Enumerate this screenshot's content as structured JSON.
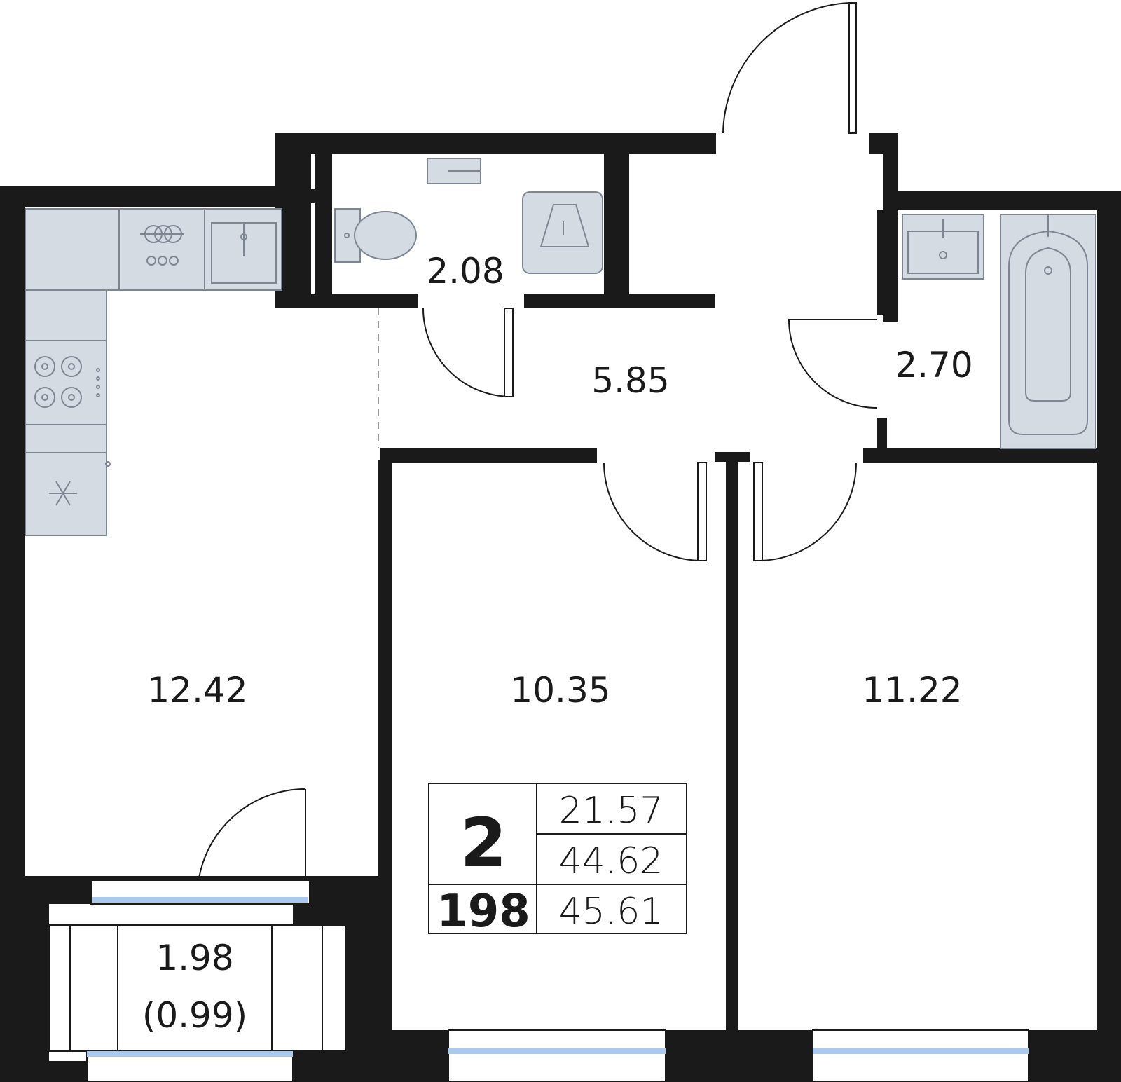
{
  "rooms": {
    "kitchen": "12.42",
    "wc": "2.08",
    "hall": "5.85",
    "bathroom": "2.70",
    "bedroom_1": "10.35",
    "bedroom_2": "11.22",
    "balcony_area": "1.98",
    "balcony_reduced": "(0.99)"
  },
  "info_box": {
    "rooms_count": "2",
    "apartment_number": "198",
    "living_area": "21.57",
    "total_area": "44.62",
    "total_with_balcony": "45.61"
  },
  "fixtures": [
    "washer-icon",
    "sink-icon",
    "toilet-icon",
    "water-heater-icon",
    "stove-icon",
    "fridge-icon",
    "bathtub-icon",
    "snowflake-icon"
  ],
  "colors": {
    "wall": "#1a1a1a",
    "fixture_fill": "#d5dbe3",
    "glass": "#a9c9ef"
  }
}
